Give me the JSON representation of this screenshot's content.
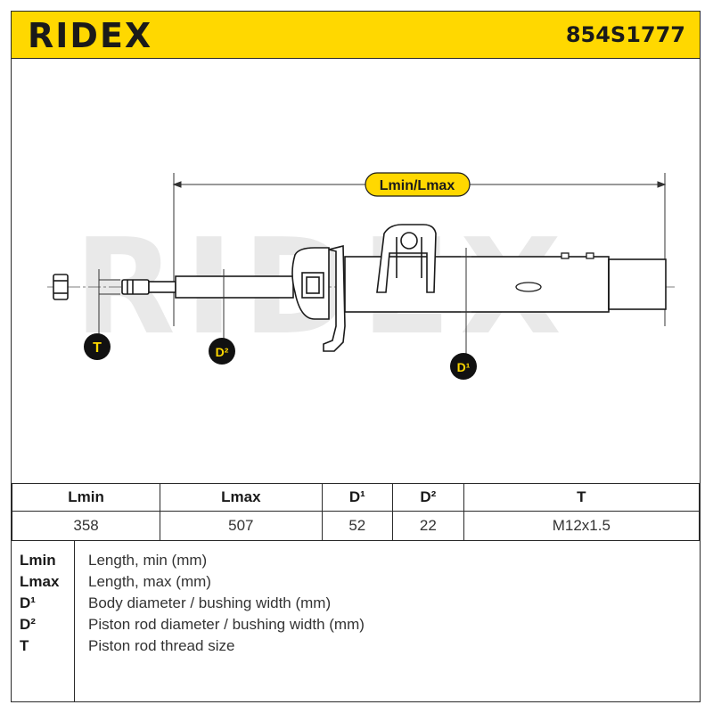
{
  "header": {
    "logo": "RIDEX",
    "part_number": "854S1777"
  },
  "watermark": "RIDEX",
  "diagram": {
    "dimension_label": "Lmin/Lmax",
    "callouts": [
      "T",
      "D²",
      "D¹"
    ]
  },
  "table": {
    "headers": [
      "Lmin",
      "Lmax",
      "D¹",
      "D²",
      "T"
    ],
    "values": [
      "358",
      "507",
      "52",
      "22",
      "M12x1.5"
    ]
  },
  "legend": [
    {
      "abbr": "Lmin",
      "desc": "Length, min (mm)"
    },
    {
      "abbr": "Lmax",
      "desc": "Length, max (mm)"
    },
    {
      "abbr": "D¹",
      "desc": "Body diameter / bushing width (mm)"
    },
    {
      "abbr": "D²",
      "desc": "Piston rod diameter / bushing width (mm)"
    },
    {
      "abbr": "T",
      "desc": "Piston rod thread size"
    }
  ],
  "colors": {
    "brand_yellow": "#ffd800",
    "ink": "#1a1a1a"
  }
}
